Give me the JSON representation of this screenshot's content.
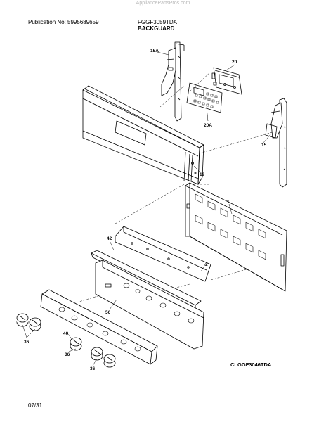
{
  "watermark": "AppliancePartsPros.com",
  "header": {
    "publication": "Publication No: 5995689659",
    "model": "FGGF3059TDA",
    "section": "BACKGUARD"
  },
  "callouts": [
    "15A",
    "20",
    "20A",
    "15",
    "19",
    "1",
    "42",
    "2",
    "56",
    "40",
    "36",
    "36",
    "36"
  ],
  "footer": {
    "diagram_code": "CLGGF3046TDA",
    "page": "07/31"
  }
}
